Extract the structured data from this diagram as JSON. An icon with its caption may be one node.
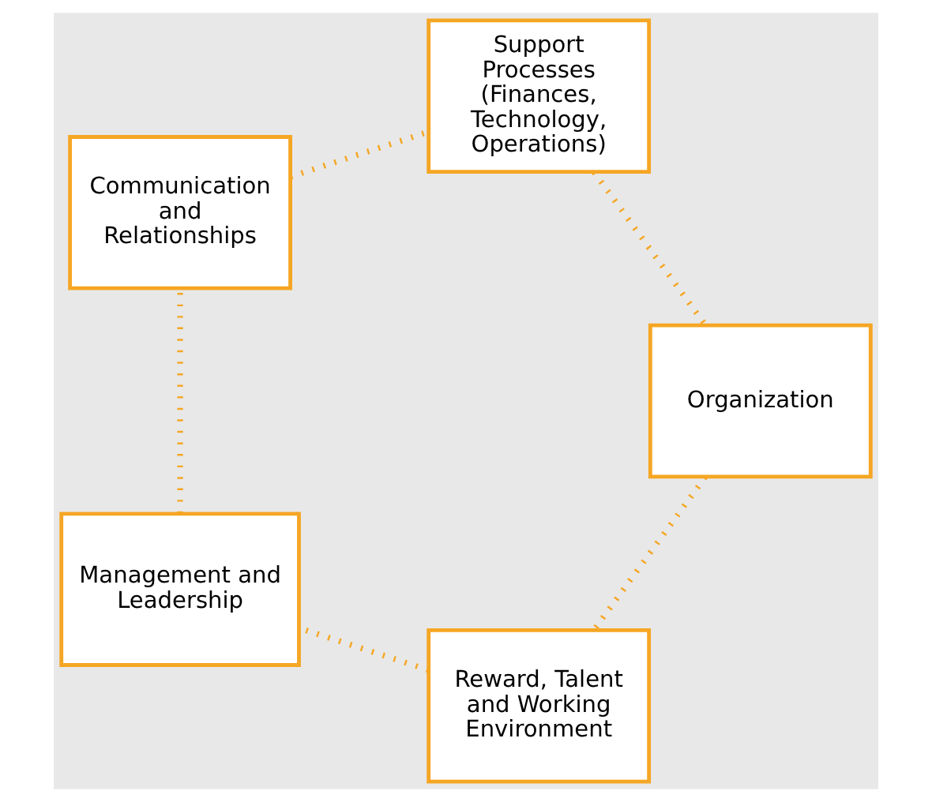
{
  "diagram": {
    "nodes": [
      {
        "text": [
          "Reward, Talent and Working Environment"
        ]
      },
      {
        "text": [
          "Management and Leadership"
        ]
      },
      {
        "text": [
          "Communication and Relationships"
        ]
      },
      {
        "text": [
          "Support Processes (Finances, Technology, Operations)"
        ]
      },
      {
        "text": [
          "Organization"
        ]
      }
    ],
    "edges": [
      {
        "from": 0,
        "to": 1,
        "arrow": "none"
      },
      {
        "from": 1,
        "to": 2,
        "arrow": "none"
      },
      {
        "from": 2,
        "to": 3,
        "arrow": "none"
      },
      {
        "from": 3,
        "to": 4,
        "arrow": "none"
      },
      {
        "from": 4,
        "to": 0,
        "arrow": "none"
      }
    ]
  }
}
